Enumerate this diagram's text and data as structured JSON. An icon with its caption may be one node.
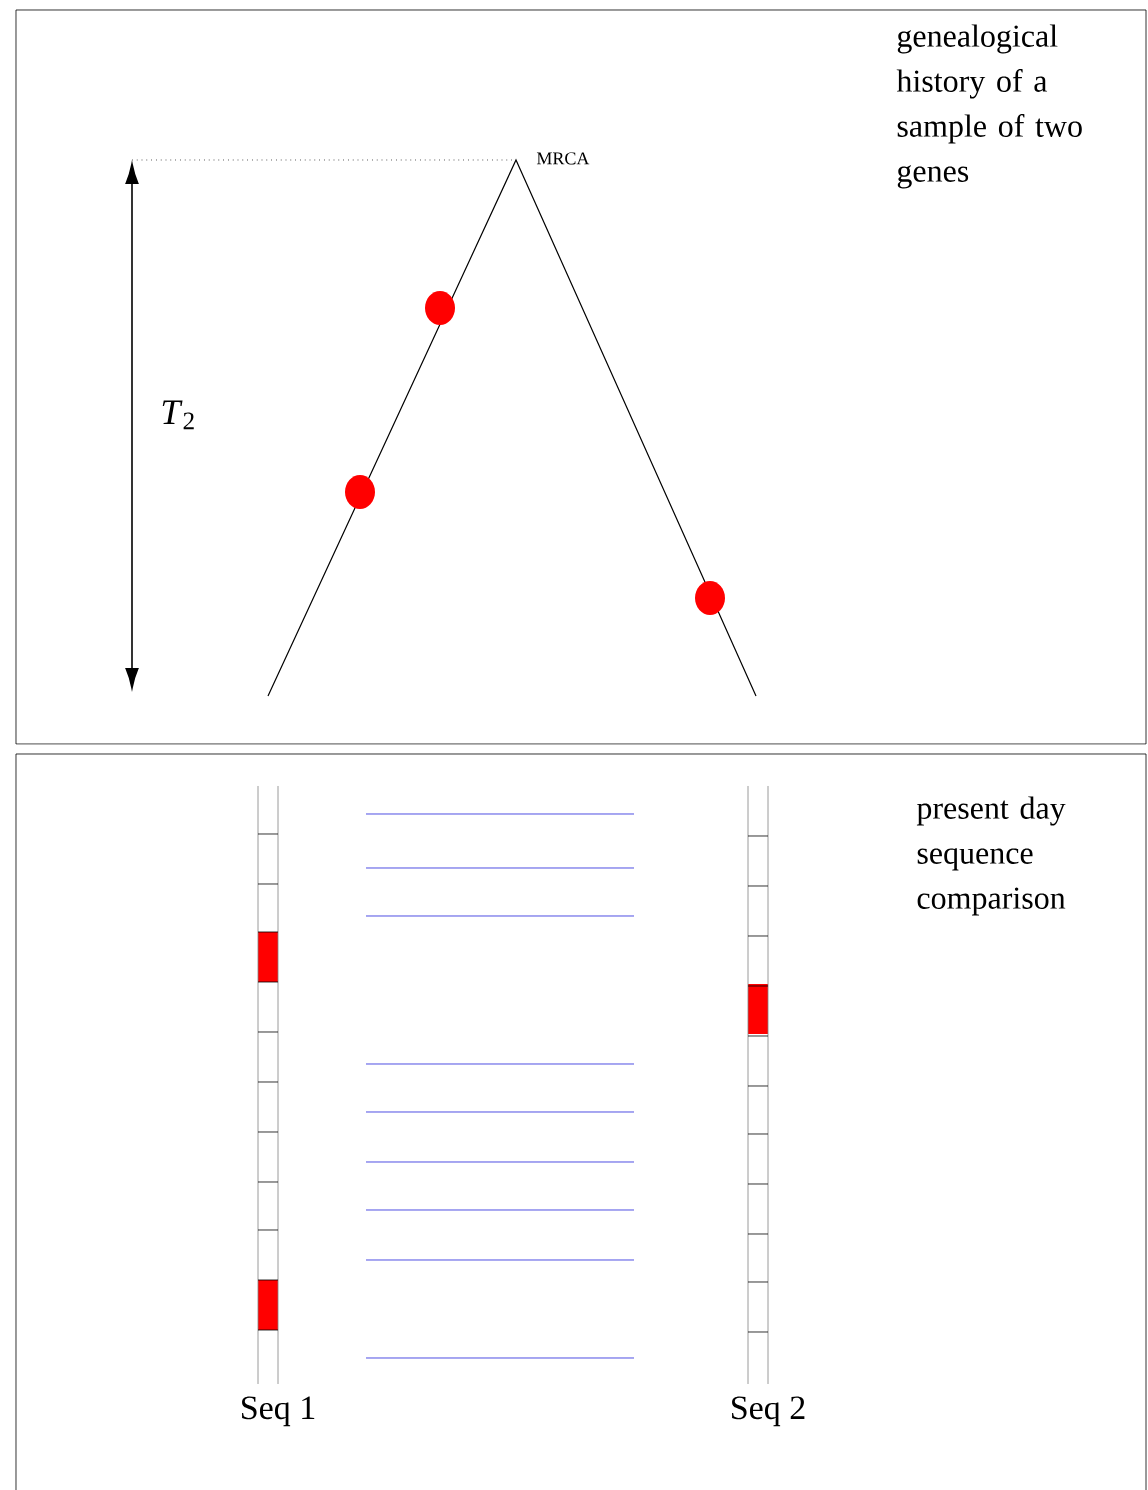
{
  "diagram": {
    "nodes": [
      {
        "text": [
          "genealogical history of a sample of two genes"
        ]
      },
      {
        "text": [
          "present day sequence comparison"
        ]
      },
      {
        "text": [
          "Seq 1"
        ],
        "in": 1
      },
      {
        "text": [
          "Seq 2"
        ],
        "in": 1
      }
    ],
    "labels": [
      "MRCA",
      "*T*$_{2}$"
    ]
  }
}
